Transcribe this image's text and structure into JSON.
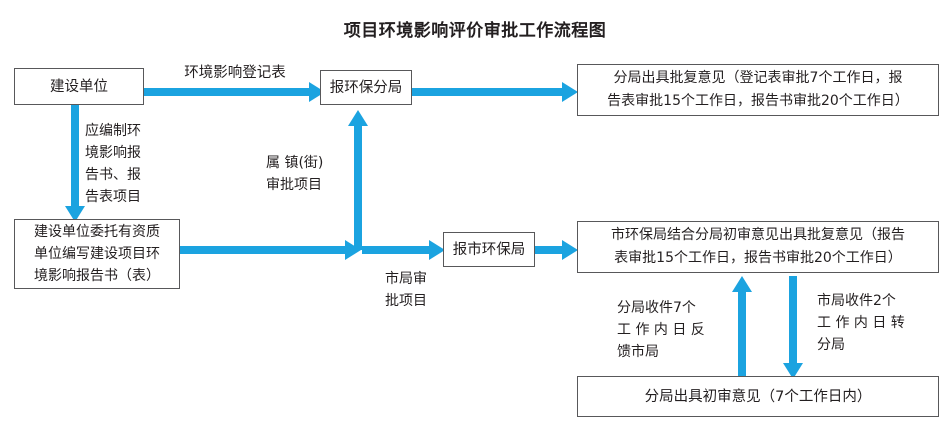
{
  "title": "项目环境影响评价审批工作流程图",
  "accent_color": "#1ba3e0",
  "box_border_color": "#58585a",
  "text_color": "#231f20",
  "background": "#ffffff",
  "diagram_type": "flowchart",
  "boxes": [
    {
      "id": "construction-unit",
      "label": "建设单位"
    },
    {
      "id": "commission-qualified-unit",
      "label": "建设单位委托有资质\n单位编写建设项目环\n境影响报告书（表）"
    },
    {
      "id": "report-branch-bureau",
      "label": "报环保分局"
    },
    {
      "id": "report-city-bureau",
      "label": "报市环保局"
    },
    {
      "id": "branch-reply-opinion",
      "label": "分局出具批复意见（登记表审批7个工作日，报\n告表审批15个工作日，报告书审批20个工作日）"
    },
    {
      "id": "city-reply-opinion",
      "label": "市环保局结合分局初审意见出具批复意见（报告\n表审批15个工作日，报告书审批20个工作日）"
    },
    {
      "id": "branch-preliminary-opinion",
      "label": "分局出具初审意见（7个工作日内）"
    }
  ],
  "edge_labels": [
    {
      "id": "environmental-registration-form",
      "label": "环境影响登记表"
    },
    {
      "id": "should-prepare-report",
      "label": "应编制环\n境影响报\n告书、报\n告表项目"
    },
    {
      "id": "town-street-approval",
      "label": "属 镇(街)\n审批项目"
    },
    {
      "id": "city-bureau-approval",
      "label": "市局审\n批项目"
    },
    {
      "id": "branch-receive-feedback",
      "label": "分局收件7个\n工 作 内 日 反\n馈市局"
    },
    {
      "id": "city-receive-transfer",
      "label": "市局收件2个\n工 作 内 日 转\n分局"
    }
  ]
}
